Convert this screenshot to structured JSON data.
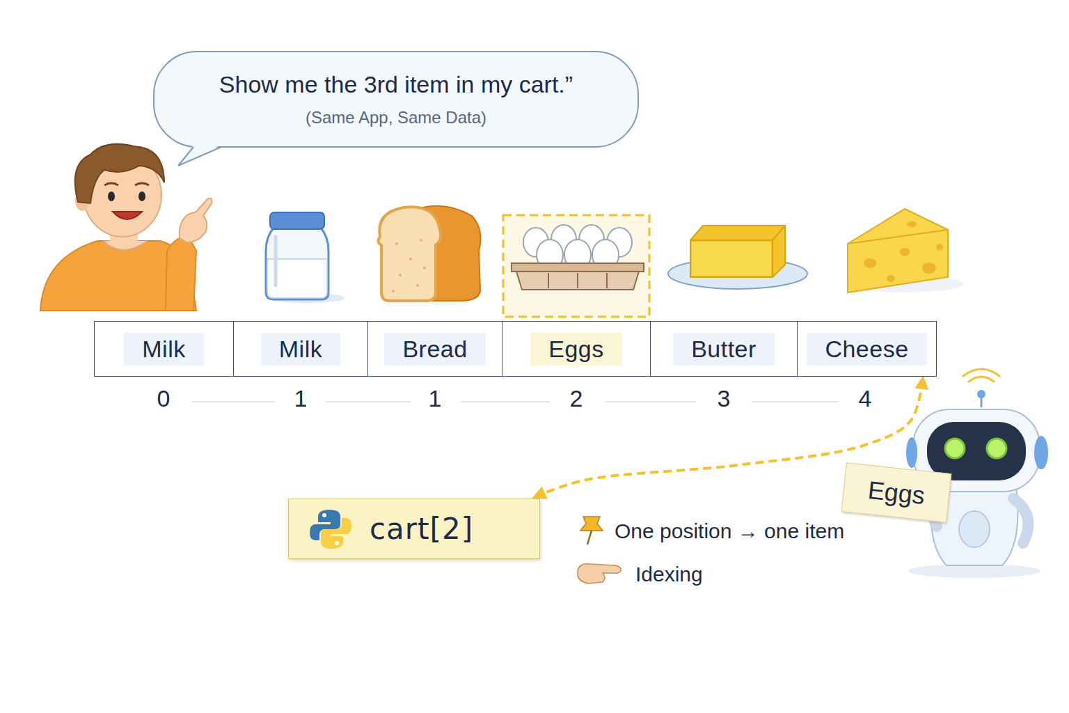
{
  "diagram": {
    "nodes": [
      {
        "text": [
          "Show me the 3rd item in my cart.”",
          "(Same App, Same Data)"
        ]
      },
      {
        "text": [
          "Milk"
        ]
      },
      {
        "text": [
          "Milk"
        ]
      },
      {
        "text": [
          "Bread"
        ]
      },
      {
        "text": [
          "Eggs"
        ]
      },
      {
        "text": [
          "Butter"
        ]
      },
      {
        "text": [
          "Cheese"
        ]
      },
      {
        "text": [
          "cart[2]"
        ]
      },
      {
        "text": [
          "Eggs"
        ]
      }
    ],
    "edges": [
      {
        "from": 7,
        "to": 6,
        "arrow": "both"
      }
    ],
    "labels": [
      "0",
      "1",
      "1",
      "2",
      "3",
      "4",
      "One position → one item",
      "Idexing"
    ]
  }
}
